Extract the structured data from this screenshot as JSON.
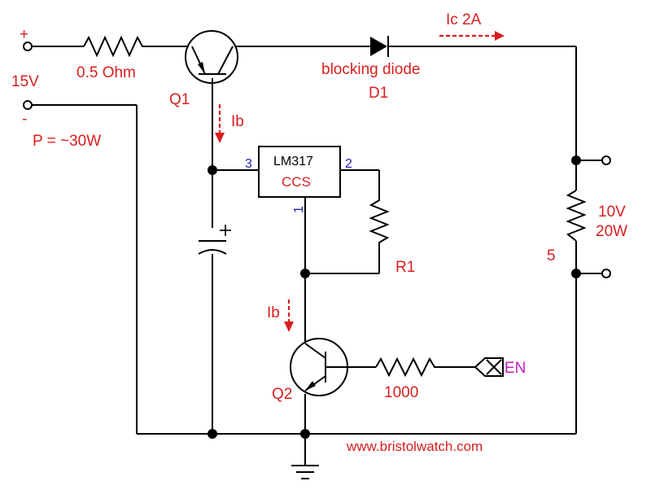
{
  "supply": {
    "plus": "+",
    "minus": "-",
    "voltage": "15V",
    "power": "P = ~30W"
  },
  "resistor_sense": {
    "label": "0.5 Ohm"
  },
  "q1": {
    "label": "Q1"
  },
  "q2": {
    "label": "Q2"
  },
  "d1": {
    "name": "blocking diode",
    "ref": "D1"
  },
  "current_ic": {
    "label": "Ic 2A"
  },
  "current_ib1": {
    "label": "Ib"
  },
  "current_ib2": {
    "label": "Ib"
  },
  "regulator": {
    "part": "LM317",
    "mode": "CCS",
    "pin3": "3",
    "pin2": "2",
    "pin1": "1"
  },
  "r1": {
    "label": "R1"
  },
  "load": {
    "voltage": "10V",
    "power": "20W",
    "resistance": "5"
  },
  "r_base": {
    "label": "1000"
  },
  "enable": {
    "label": "EN"
  },
  "website": {
    "text": "www.bristolwatch.com"
  },
  "colors": {
    "annotation": "#d81e1e",
    "pin_numbers": "#2323b4",
    "enable": "#c21fc2"
  }
}
